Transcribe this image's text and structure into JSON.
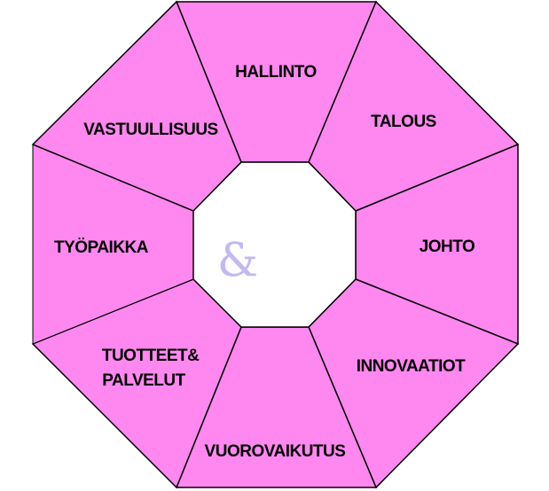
{
  "diagram": {
    "center_symbol": "&",
    "segments": [
      {
        "id": "hallinto",
        "label_lines": [
          "HALLINTO"
        ]
      },
      {
        "id": "talous",
        "label_lines": [
          "TALOUS"
        ]
      },
      {
        "id": "johto",
        "label_lines": [
          "JOHTO"
        ]
      },
      {
        "id": "innovaatiot",
        "label_lines": [
          "INNOVAATIOT"
        ]
      },
      {
        "id": "vuorovaikutus",
        "label_lines": [
          "VUOROVAIKUTUS"
        ]
      },
      {
        "id": "tuotteet-palvelut",
        "label_lines": [
          "TUOTTEET&",
          "PALVELUT"
        ]
      },
      {
        "id": "tyopaikka",
        "label_lines": [
          "TYÖPAIKKA"
        ]
      },
      {
        "id": "vastuullisuus",
        "label_lines": [
          "VASTUULLISUUS"
        ]
      }
    ],
    "colors": {
      "segment_fill": "#ff88f0",
      "outline": "#000000",
      "center_fill": "#ffffff",
      "center_symbol": "#c4b8f0"
    }
  }
}
